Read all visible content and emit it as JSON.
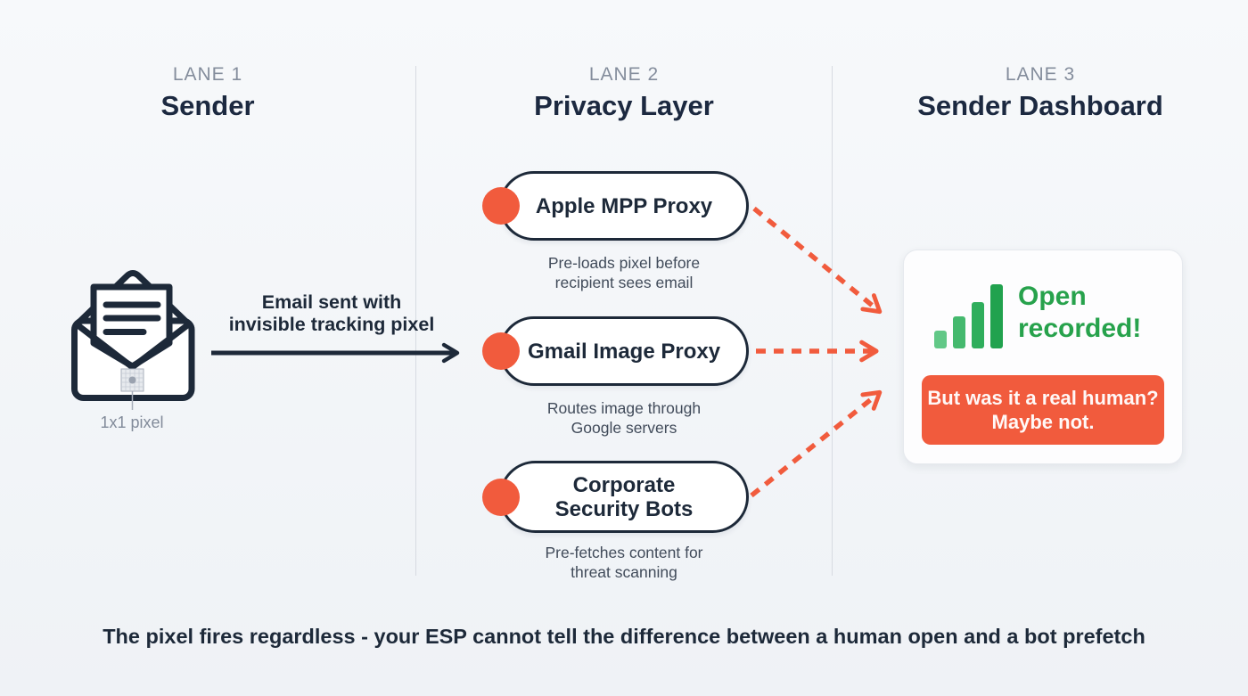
{
  "colors": {
    "navy": "#1d2939",
    "orange": "#f15b3d",
    "green": "#27a24c",
    "green_bars": [
      "#62c887",
      "#45b96e",
      "#2fae5c",
      "#21a24e"
    ],
    "gray_label": "#828b9a",
    "background": "#f0f2f6"
  },
  "lanes": [
    {
      "eyebrow": "LANE 1",
      "title": "Sender"
    },
    {
      "eyebrow": "LANE 2",
      "title": "Privacy Layer"
    },
    {
      "eyebrow": "LANE 3",
      "title": "Sender Dashboard"
    }
  ],
  "sender": {
    "pixel_label": "1x1 pixel",
    "arrow_label": {
      "line1": "Email sent with",
      "line2": "invisible tracking pixel"
    }
  },
  "privacy_layer": {
    "proxies": [
      {
        "name": "Apple MPP Proxy",
        "caption": {
          "line1": "Pre-loads pixel before",
          "line2": "recipient sees email"
        }
      },
      {
        "name": "Gmail Image Proxy",
        "caption": {
          "line1": "Routes image through",
          "line2": "Google servers"
        }
      },
      {
        "name": "Corporate Security Bots",
        "caption": {
          "line1": "Pre-fetches content for",
          "line2": "threat scanning"
        }
      }
    ]
  },
  "dashboard": {
    "open_recorded": {
      "line1": "Open",
      "line2": "recorded!"
    },
    "alert": {
      "line1": "But was it a real human?",
      "line2": "Maybe not."
    }
  },
  "footer": "The pixel fires regardless - your ESP cannot tell the difference between a human open and a bot prefetch"
}
